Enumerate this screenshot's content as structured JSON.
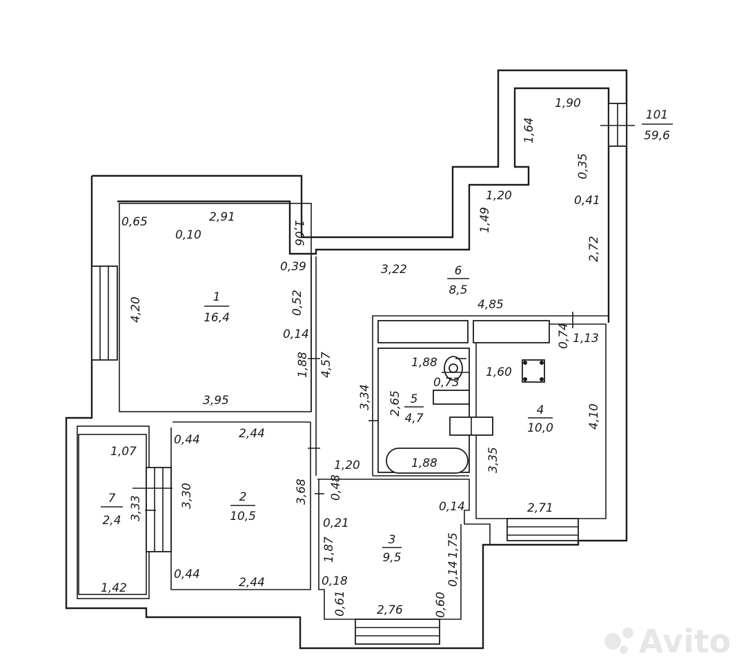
{
  "plan": {
    "total": {
      "number": "101",
      "area": "59,6"
    },
    "rooms": [
      {
        "id": "1",
        "number": "1",
        "area": "16,4"
      },
      {
        "id": "2",
        "number": "2",
        "area": "10,5"
      },
      {
        "id": "3",
        "number": "3",
        "area": "9,5"
      },
      {
        "id": "4",
        "number": "4",
        "area": "10,0"
      },
      {
        "id": "5",
        "number": "5",
        "area": "4,7"
      },
      {
        "id": "6",
        "number": "6",
        "area": "8,5"
      },
      {
        "id": "7",
        "number": "7",
        "area": "2,4"
      }
    ],
    "dims": [
      "0,65",
      "2,91",
      "0,10",
      "1,06",
      "0,39",
      "0,52",
      "0,14",
      "4,20",
      "1,88",
      "3,95",
      "1,90",
      "1,64",
      "0,35",
      "0,41",
      "1,20",
      "1,49",
      "2,72",
      "3,22",
      "4,85",
      "4,57",
      "3,34",
      "2,65",
      "1,88",
      "0,73",
      "1,88",
      "1,20",
      "0,74",
      "1,13",
      "1,60",
      "4,10",
      "3,35",
      "2,71",
      "0,44",
      "2,44",
      "3,68",
      "3,30",
      "0,44",
      "2,44",
      "1,07",
      "3,33",
      "1,42",
      "0,48",
      "0,21",
      "1,87",
      "0,18",
      "0,61",
      "0,14",
      "1,75",
      "0,14",
      "0,60",
      "2,76"
    ]
  },
  "watermark": "Avito"
}
